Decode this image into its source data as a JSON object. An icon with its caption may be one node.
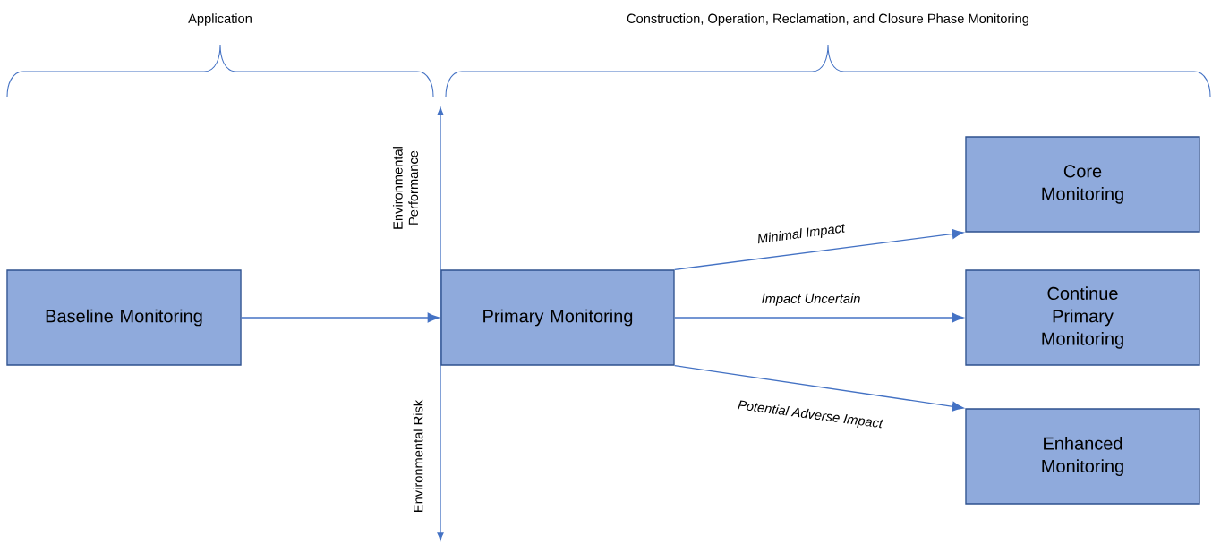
{
  "diagram": {
    "nodes": [
      {
        "text": [
          "Baseline Monitoring"
        ]
      },
      {
        "text": [
          "Primary Monitoring"
        ]
      },
      {
        "text": [
          "Core Monitoring"
        ]
      },
      {
        "text": [
          "Continue Primary Monitoring"
        ]
      },
      {
        "text": [
          "Enhanced Monitoring"
        ]
      }
    ],
    "edges": [
      {
        "from": 0,
        "to": 1,
        "arrow": "to"
      },
      {
        "from": 1,
        "to": 2,
        "arrow": "to",
        "label": "Minimal Impact"
      },
      {
        "from": 1,
        "to": 3,
        "arrow": "to",
        "label": "Impact Uncertain"
      },
      {
        "from": 1,
        "to": 4,
        "arrow": "to",
        "label": "Potential Adverse Impact"
      }
    ],
    "labels": [
      "Application",
      "Construction, Operation, Reclamation, and Closure Phase Monitoring",
      "Environmental Performance",
      "Environmental Risk"
    ]
  }
}
